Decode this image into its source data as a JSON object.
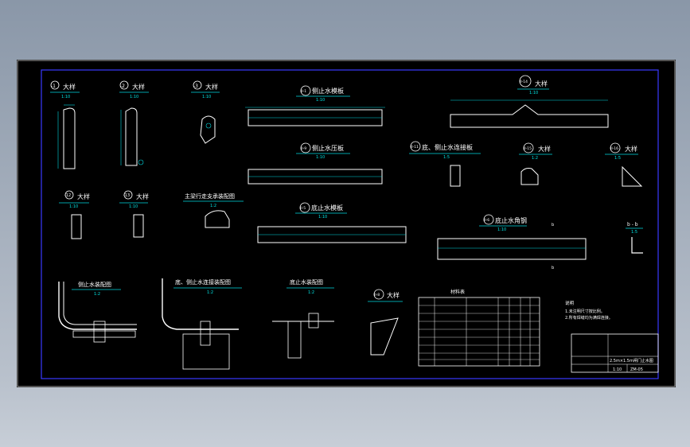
{
  "labels": {
    "detail_1": "-1",
    "detail_2": "-2",
    "detail_3": "-3",
    "detail_12": "-12",
    "detail_13": "-13",
    "large_view": "大样",
    "scale_1_10": "1:10",
    "scale_1_2": "1:2",
    "scale_1_5": "1:5",
    "beam_top_title": "侧止水模板",
    "beam_top_tag": "II-1",
    "beam_mid_title": "侧止水压板",
    "beam_mid_tag": "II-9",
    "beam_low_title": "底止水模板",
    "beam_low_tag": "II-5",
    "beam_angle_title": "底止水角钢",
    "beam_angle_tag": "II-6",
    "pressplate_title": "底、侧止水连接板",
    "pressplate_tag": "II-11",
    "detail_15": "II-15",
    "detail_16": "II-16",
    "detail_14": "II-14",
    "detail_8": "II-8",
    "main_frame_title": "主梁行走支承装配图",
    "side_seal_title": "侧止水装配图",
    "bottom_side_title": "底、侧止水连接装配图",
    "bottom_seal_title": "底止水装配图",
    "section_bb": "b - b",
    "mark_b": "b",
    "bom_title": "材料表",
    "notes_title": "说明",
    "note_1": "1.未注明尺寸按比例。",
    "note_2": "2.所有焊缝均为满焊连接。",
    "tb_drawing_name": "2.5m×1.5m闸门止水图",
    "tb_scale": "1:10",
    "tb_number": "ZM-05"
  },
  "colors": {
    "frame": "#3a3aff",
    "line": "#ffffff",
    "dim": "#00d8e0"
  }
}
